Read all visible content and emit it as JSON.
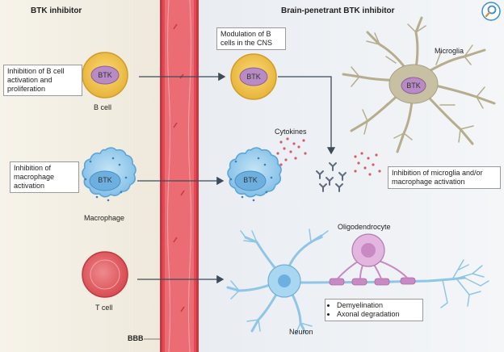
{
  "headings": {
    "left": "BTK inhibitor",
    "right": "Brain-penetrant BTK inhibitor"
  },
  "boxes": {
    "inhibition_b_cell": "Inhibition of B cell activation and proliferation",
    "inhibition_macrophage": "Inhibition of macrophage activation",
    "modulation_b_cells": "Modulation of B cells in the CNS",
    "inhibition_microglia": "Inhibition of microglia and/or macrophage activation"
  },
  "outcomes": [
    "Demyelination",
    "Axonal degradation"
  ],
  "labels": {
    "b_cell": "B cell",
    "macrophage": "Macrophage",
    "t_cell": "T cell",
    "cytokines": "Cytokines",
    "microglia": "Microglia",
    "oligodendrocyte": "Oligodendrocyte",
    "neuron": "Neuron",
    "bbb": "BBB"
  },
  "btk_text": "BTK",
  "colors": {
    "b_cell_outer": "#eec04a",
    "b_cell_nucleus": "#b98bc4",
    "macrophage": "#8cc8ea",
    "t_cell": "#e0585e",
    "vessel": "#e04a55",
    "neuron": "#8fc6e6",
    "microglia": "#c7c0a2",
    "oligodendrocyte": "#c98ac4",
    "cytokine_dots": "#d0606a"
  }
}
